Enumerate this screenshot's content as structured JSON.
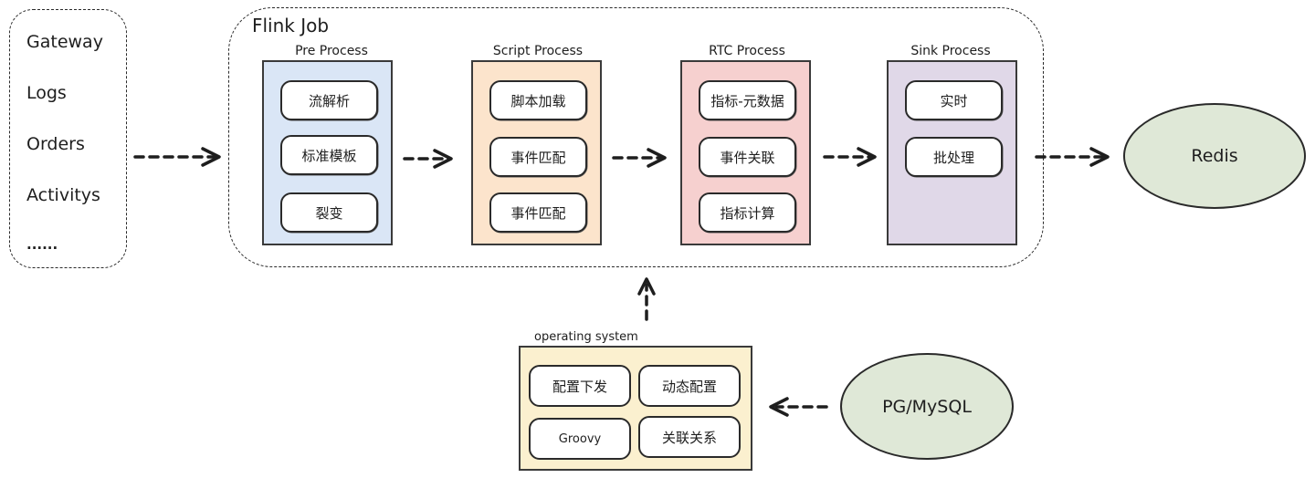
{
  "sources": {
    "items": [
      "Gateway",
      "Logs",
      "Orders",
      "Activitys",
      "......"
    ]
  },
  "flink_job": {
    "title": "Flink Job",
    "stages": [
      {
        "title": "Pre Process",
        "color": "#dae6f6",
        "items": [
          "流解析",
          "标准模板",
          "裂变"
        ]
      },
      {
        "title": "Script Process",
        "color": "#fce4cc",
        "items": [
          "脚本加载",
          "事件匹配",
          "事件匹配"
        ]
      },
      {
        "title": "RTC Process",
        "color": "#f6d0cf",
        "items": [
          "指标-元数据",
          "事件关联",
          "指标计算"
        ]
      },
      {
        "title": "Sink Process",
        "color": "#e0d8e8",
        "items": [
          "实时",
          "批处理"
        ]
      }
    ]
  },
  "redis": {
    "label": "Redis",
    "color": "#dfe8d7"
  },
  "operating_system": {
    "title": "operating system",
    "color": "#fbf0cf",
    "items": [
      "配置下发",
      "动态配置",
      "Groovy",
      "关联关系"
    ]
  },
  "database": {
    "label": "PG/MySQL",
    "color": "#dfe8d7"
  }
}
